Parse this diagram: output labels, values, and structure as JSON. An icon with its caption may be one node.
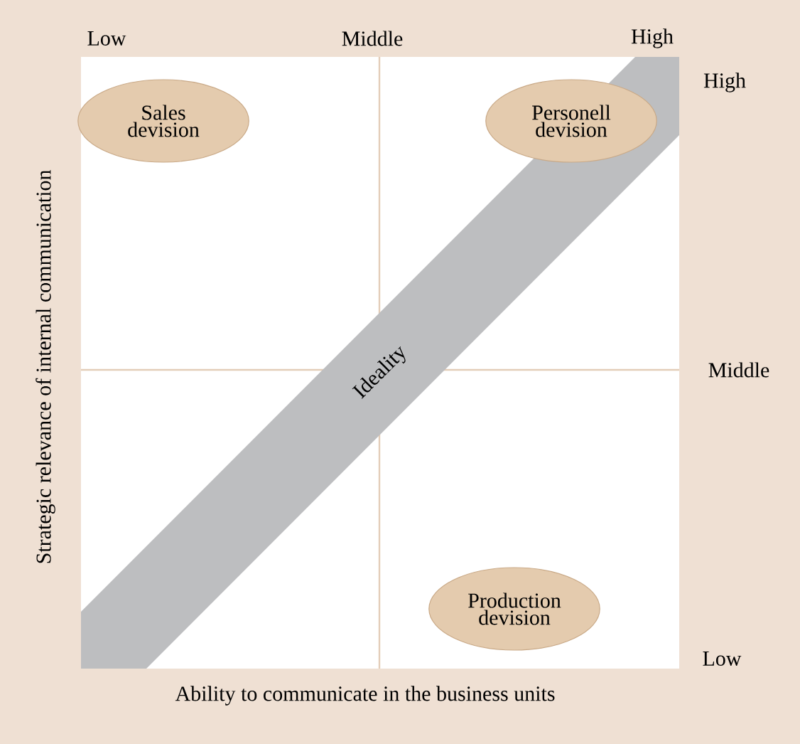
{
  "diagram": {
    "nodes": [
      {
        "text": [
          "Sales devision"
        ]
      },
      {
        "text": [
          "Personell devision"
        ]
      },
      {
        "text": [
          "Ideality"
        ]
      },
      {
        "text": [
          "Production devision"
        ]
      }
    ],
    "edges": [],
    "labels": [
      "Low",
      "Middle",
      "High",
      "High",
      "Middle",
      "Low",
      "Strategic relevance of internal communication",
      "Ability to communicate in the business units"
    ]
  }
}
